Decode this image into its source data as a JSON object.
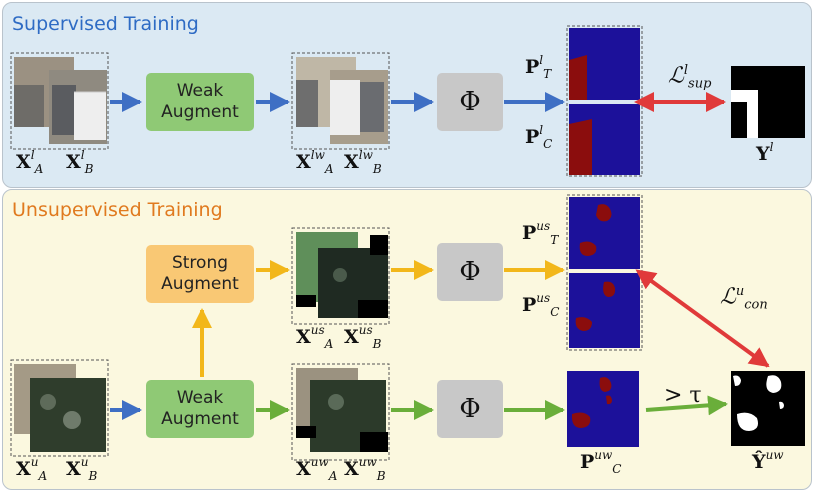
{
  "supervised": {
    "title": "Supervised Training",
    "weak_box": "Weak Augment",
    "phi": "Φ",
    "inputs": {
      "a": "X",
      "a_sup": "l",
      "a_sub": "A",
      "b": "X",
      "b_sup": "l",
      "b_sub": "B"
    },
    "weak_outputs": {
      "a": "X",
      "a_sup": "lw",
      "a_sub": "A",
      "b": "X",
      "b_sup": "lw",
      "b_sub": "B"
    },
    "pred_t": {
      "base": "P",
      "sup": "l",
      "sub": "T"
    },
    "pred_c": {
      "base": "P",
      "sup": "l",
      "sub": "C"
    },
    "loss": {
      "base": "ℒ",
      "sup": "l",
      "sub": "sup"
    },
    "label": {
      "base": "Y",
      "sup": "l"
    }
  },
  "unsupervised": {
    "title": "Unsupervised Training",
    "strong_box": "Strong Augment",
    "weak_box": "Weak Augment",
    "phi": "Φ",
    "inputs": {
      "a": "X",
      "a_sup": "u",
      "a_sub": "A",
      "b": "X",
      "b_sup": "u",
      "b_sub": "B"
    },
    "strong_outputs": {
      "a": "X",
      "a_sup": "us",
      "a_sub": "A",
      "b": "X",
      "b_sup": "us",
      "b_sub": "B"
    },
    "weak_outputs": {
      "a": "X",
      "a_sup": "uw",
      "a_sub": "A",
      "b": "X",
      "b_sup": "uw",
      "b_sub": "B"
    },
    "pred_t": {
      "base": "P",
      "sup": "us",
      "sub": "T"
    },
    "pred_c": {
      "base": "P",
      "sup": "us",
      "sub": "C"
    },
    "pred_weak": {
      "base": "P",
      "sup": "uw",
      "sub": "C"
    },
    "loss": {
      "base": "ℒ",
      "sup": "u",
      "sub": "con"
    },
    "threshold": "> τ",
    "pseudo_label": {
      "base": "Ŷ",
      "sup": "uw"
    }
  },
  "colors": {
    "sup_bg": "#dbe9f3",
    "unsup_bg": "#fbf8df",
    "sup_title": "#2e6bc4",
    "unsup_title": "#e07a1f",
    "weak_green": "#8fc975",
    "strong_orange": "#f9c874",
    "arrow_blue": "#3e6fc4",
    "arrow_yellow": "#f2b71a",
    "arrow_green": "#6aae3a",
    "arrow_red": "#e03a3a",
    "seg_blue": "#1c119a",
    "seg_red": "#8b0d0d"
  }
}
